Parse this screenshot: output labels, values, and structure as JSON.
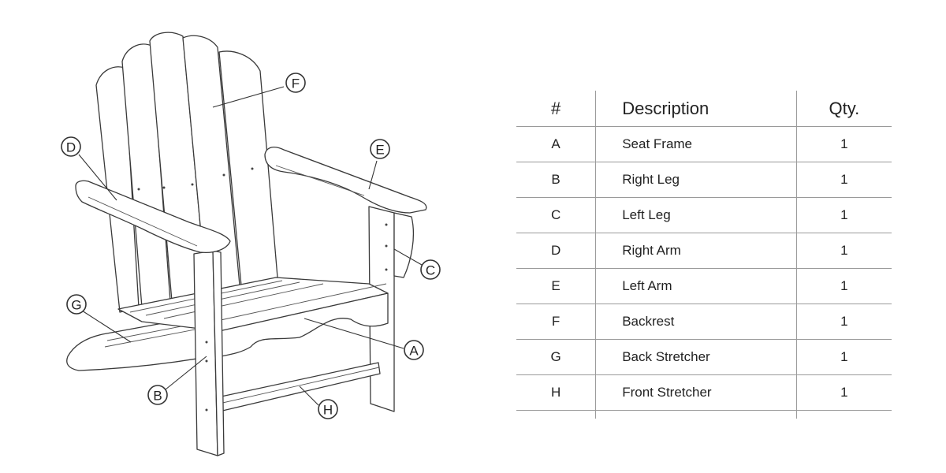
{
  "table": {
    "headers": {
      "number": "#",
      "description": "Description",
      "qty": "Qty."
    },
    "rows": [
      {
        "id": "A",
        "description": "Seat Frame",
        "qty": "1"
      },
      {
        "id": "B",
        "description": "Right Leg",
        "qty": "1"
      },
      {
        "id": "C",
        "description": "Left Leg",
        "qty": "1"
      },
      {
        "id": "D",
        "description": "Right Arm",
        "qty": "1"
      },
      {
        "id": "E",
        "description": "Left Arm",
        "qty": "1"
      },
      {
        "id": "F",
        "description": "Backrest",
        "qty": "1"
      },
      {
        "id": "G",
        "description": "Back Stretcher",
        "qty": "1"
      },
      {
        "id": "H",
        "description": "Front Stretcher",
        "qty": "1"
      }
    ]
  },
  "callouts": {
    "A": "A",
    "B": "B",
    "C": "C",
    "D": "D",
    "E": "E",
    "F": "F",
    "G": "G",
    "H": "H"
  }
}
